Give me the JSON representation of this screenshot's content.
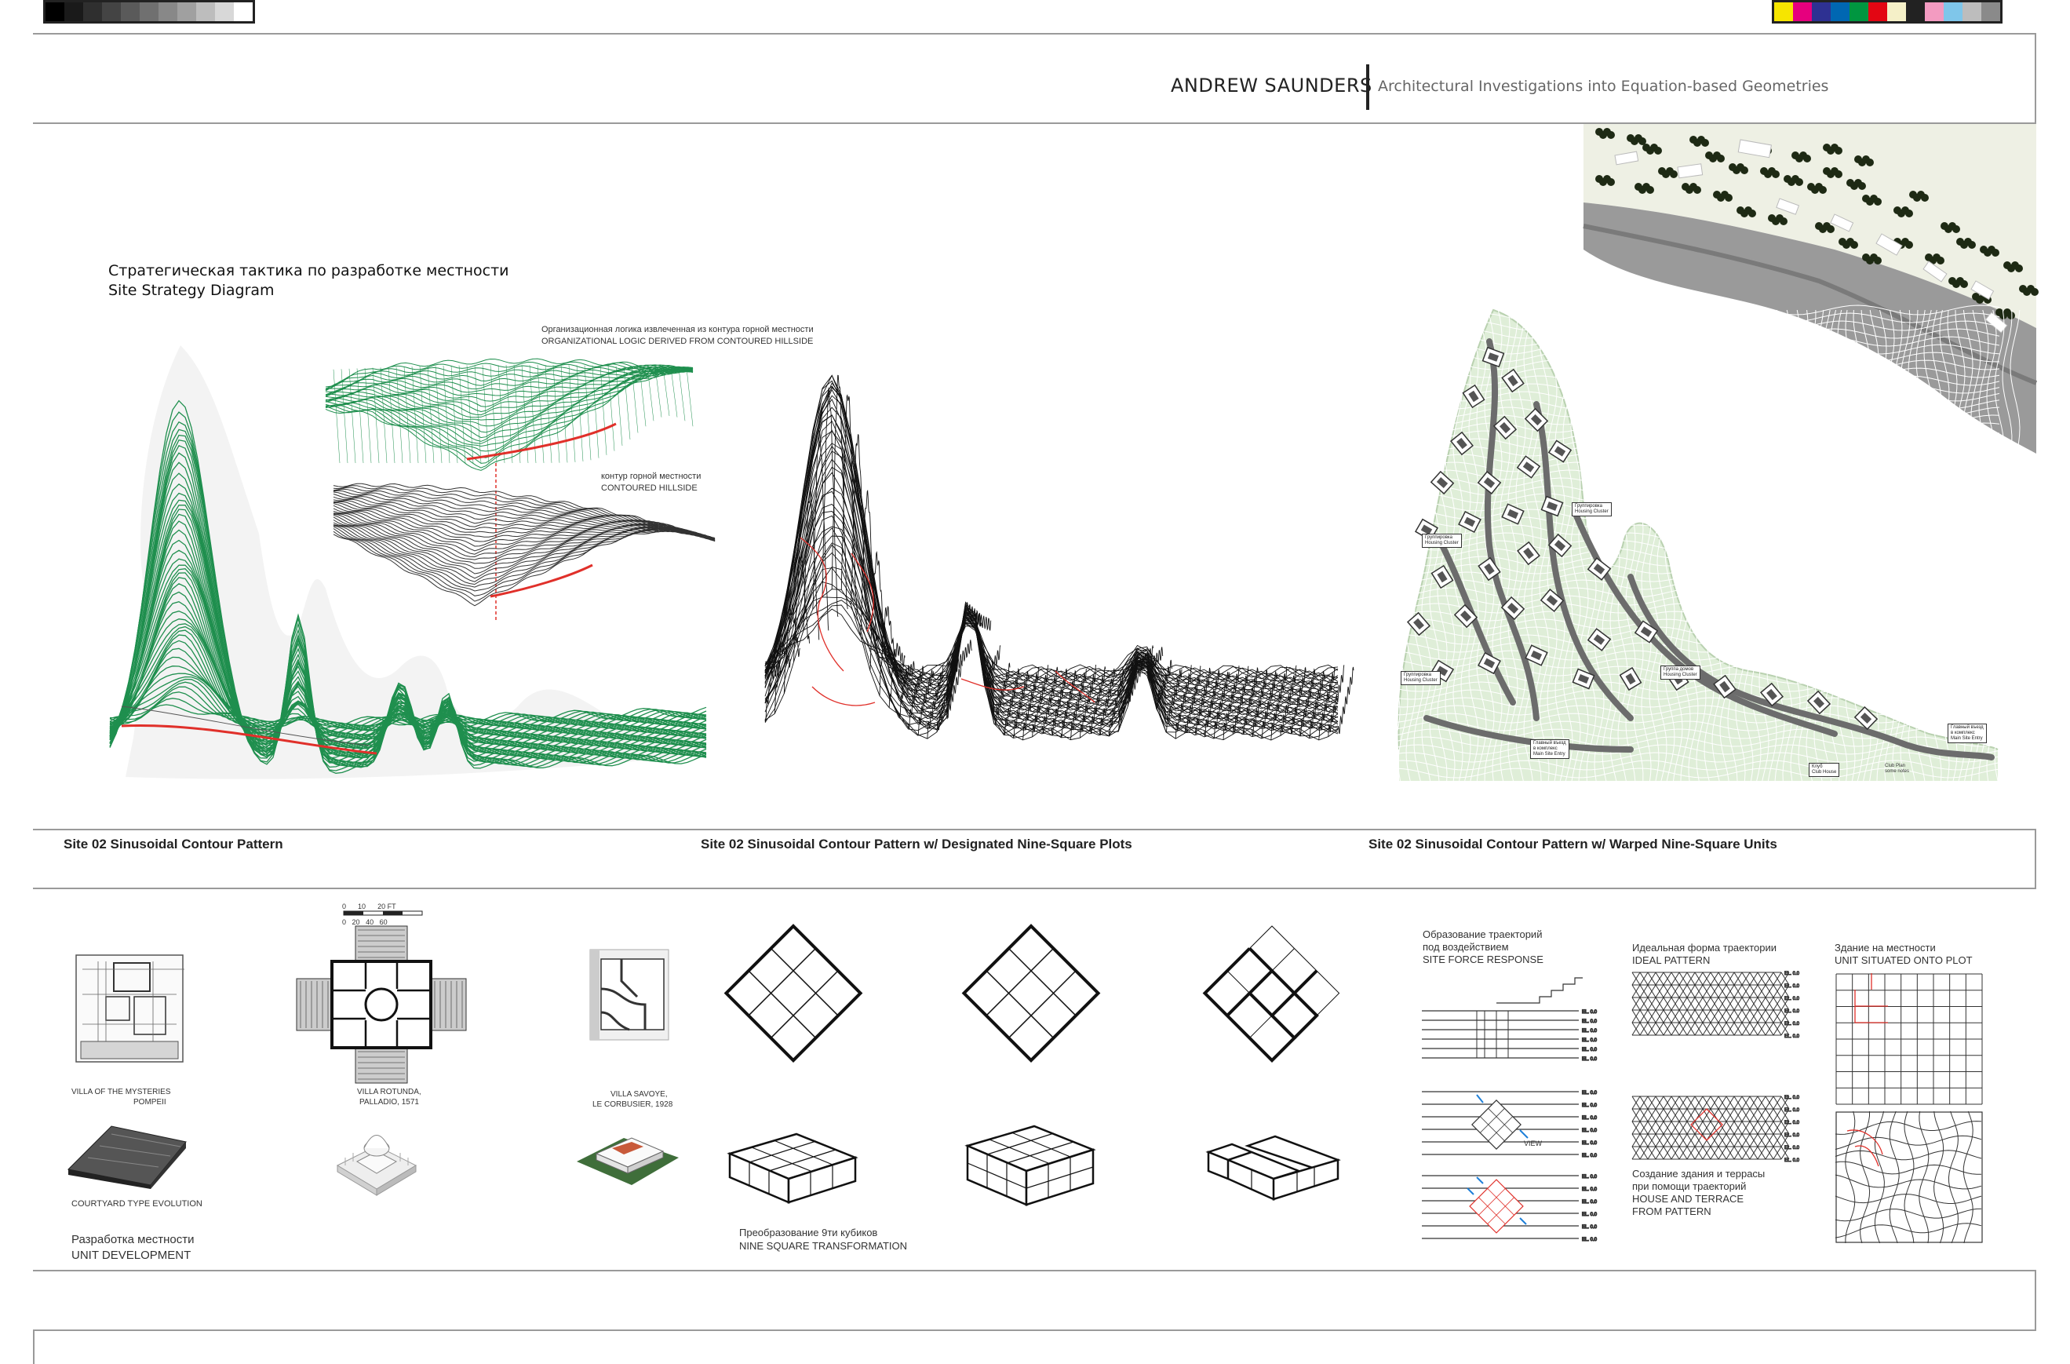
{
  "colors": {
    "gray_swatches": [
      "#000000",
      "#1a1a1a",
      "#2f2f2f",
      "#444444",
      "#5a5a5a",
      "#707070",
      "#888888",
      "#a0a0a0",
      "#bdbdbd",
      "#d8d8d8",
      "#ffffff"
    ],
    "color_swatches": [
      "#f6e500",
      "#e6007e",
      "#2e3192",
      "#0067b2",
      "#009640",
      "#e30613",
      "#f5f0c8",
      "#222222",
      "#f39bc1",
      "#7fc6ea",
      "#bdbdbd",
      "#8a8a8a"
    ],
    "green_contour": "#1f8f4e",
    "red_path": "#e0302a"
  },
  "header": {
    "name": "ANDREW SAUNDERS",
    "subtitle": "Architectural Investigations into Equation-based Geometries"
  },
  "diagram": {
    "title_ru": "Стратегическая тактика по разработке местности",
    "title_en": "Site Strategy Diagram",
    "org_ru": "Организационная логика извлеченная из контура горной местности",
    "org_en": "ORGANIZATIONAL LOGIC DERIVED FROM CONTOURED HILLSIDE",
    "contour_ru": "контур горной местности",
    "contour_en": "CONTOURED HILLSIDE"
  },
  "callouts": {
    "housing_cluster_1": [
      "Группировка",
      "Housing Cluster"
    ],
    "housing_cluster_2": [
      "Группировка",
      "Housing Cluster"
    ],
    "housing_cluster_3": [
      "Группировка",
      "Housing Cluster"
    ],
    "housing_cluster_4": [
      "Группа домов",
      "Housing Cluster"
    ],
    "main_entry_1": [
      "Главный въезд",
      "в комплекс",
      "Main Site Entry"
    ],
    "main_entry_2": [
      "Главный въезд",
      "в комплекс",
      "Main Site Entry"
    ],
    "club_house": [
      "Клуб",
      "Club House"
    ],
    "note": [
      "Club Plan",
      "some notes"
    ]
  },
  "captions": {
    "c1": "Site 02 Sinusoidal Contour Pattern",
    "c2": "Site 02 Sinusoidal Contour Pattern w/ Designated Nine-Square Plots",
    "c3": "Site 02 Sinusoidal Contour Pattern w/ Warped Nine-Square Units"
  },
  "precedents": {
    "villa_mysteries": [
      "VILLA OF THE MYSTERIES",
      "POMPEII"
    ],
    "villa_rotunda": [
      "VILLA ROTUNDA,",
      "PALLADIO, 1571"
    ],
    "villa_savoye": [
      "VILLA SAVOYE,",
      "LE CORBUSIER, 1928"
    ],
    "scale": [
      "0",
      "10",
      "20 FT",
      "0",
      "20",
      "40",
      "60"
    ],
    "courtyard": "COURTYARD TYPE EVOLUTION",
    "unit_dev_ru": "Разработка местности",
    "unit_dev_en": "UNIT DEVELOPMENT",
    "nine_ru": "Преобразование 9ти кубиков",
    "nine_en": "NINE SQUARE TRANSFORMATION"
  },
  "patterns": {
    "site_force": [
      "Образование траекторий",
      "под воздействием",
      "SITE FORCE RESPONSE"
    ],
    "ideal": [
      "Идеальная форма траектории",
      "IDEAL PATTERN"
    ],
    "unit_situated": [
      "Здание на местности",
      "UNIT SITUATED ONTO PLOT"
    ],
    "house_terrace": [
      "Создание здания и террасы",
      "при помощи траекторий",
      "HOUSE AND TERRACE",
      "FROM PATTERN"
    ],
    "view": "VIEW",
    "tick": "EL. 0.0"
  }
}
